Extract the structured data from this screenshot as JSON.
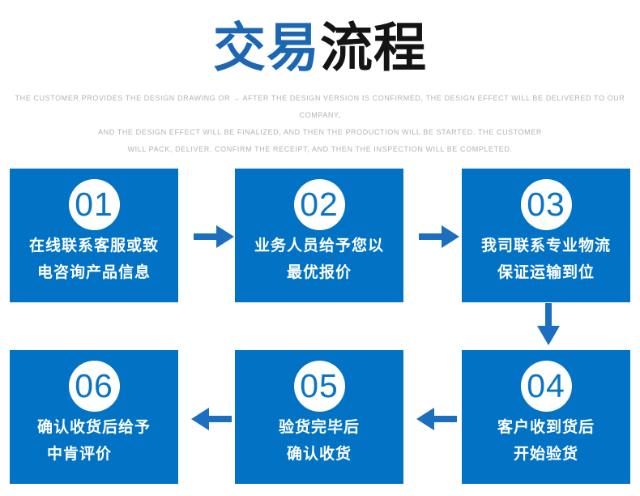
{
  "title": {
    "highlight": "交易",
    "rest": "流程"
  },
  "subtitle": {
    "lines": [
      "THE CUSTOMER PROVIDES THE DESIGN DRAWING OR → AFTER THE DESIGN VERSION IS CONFIRMED, THE DESIGN EFFECT WILL BE DELIVERED TO OUR COMPANY,",
      "AND THE DESIGN EFFECT WILL BE FINALIZED, AND THEN THE PRODUCTION WILL BE STARTED. THE CUSTOMER",
      "WILL PACK, DELIVER, CONFIRM THE RECEIPT, AND THEN THE INSPECTION WILL BE COMPLETED."
    ]
  },
  "steps": [
    {
      "number": "01",
      "lines": [
        "在线联系客服或致",
        "电咨询产品信息"
      ]
    },
    {
      "number": "02",
      "lines": [
        "业务人员给予您以",
        "最优报价"
      ]
    },
    {
      "number": "03",
      "lines": [
        "我司联系专业物流",
        "保证运输到位"
      ]
    },
    {
      "number": "04",
      "lines": [
        "客户收到货后",
        "开始验货"
      ]
    },
    {
      "number": "05",
      "lines": [
        "验货完毕后",
        "确认收货"
      ]
    },
    {
      "number": "06",
      "lines": [
        "确认收货后给予",
        "中肯评价"
      ]
    }
  ],
  "flow_arrows": [
    {
      "between": "01-02",
      "direction": "right"
    },
    {
      "between": "02-03",
      "direction": "right"
    },
    {
      "between": "03-04",
      "direction": "down"
    },
    {
      "between": "04-05",
      "direction": "left"
    },
    {
      "between": "05-06",
      "direction": "left"
    }
  ],
  "colors": {
    "box_blue": "#0273c4",
    "number_blue": "#0b74c4",
    "arrow_blue": "#1c6fbe",
    "title_blue": "#1c67b4",
    "title_black": "#141414",
    "subtitle_gray": "#b3b3b3"
  }
}
